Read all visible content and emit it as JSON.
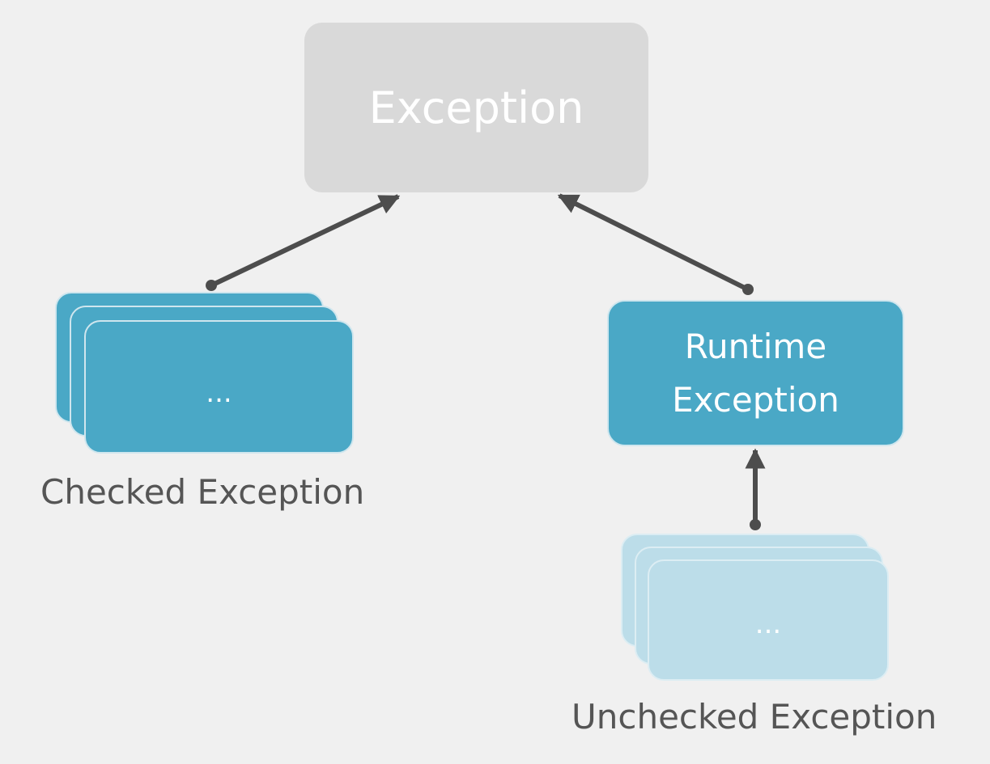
{
  "diagram": {
    "root": {
      "label": "Exception"
    },
    "runtime": {
      "label": "Runtime\nException"
    },
    "checked": {
      "card_text": "...",
      "caption": "Checked Exception"
    },
    "unchecked": {
      "card_text": "...",
      "caption": "Unchecked Exception"
    }
  },
  "colors": {
    "background": "#f0f0f0",
    "root_box": "#d9d9d9",
    "checked_box": "#4aa8c6",
    "unchecked_box": "#bcdde9",
    "connector": "#4d4d4d",
    "caption_text": "#555555"
  }
}
